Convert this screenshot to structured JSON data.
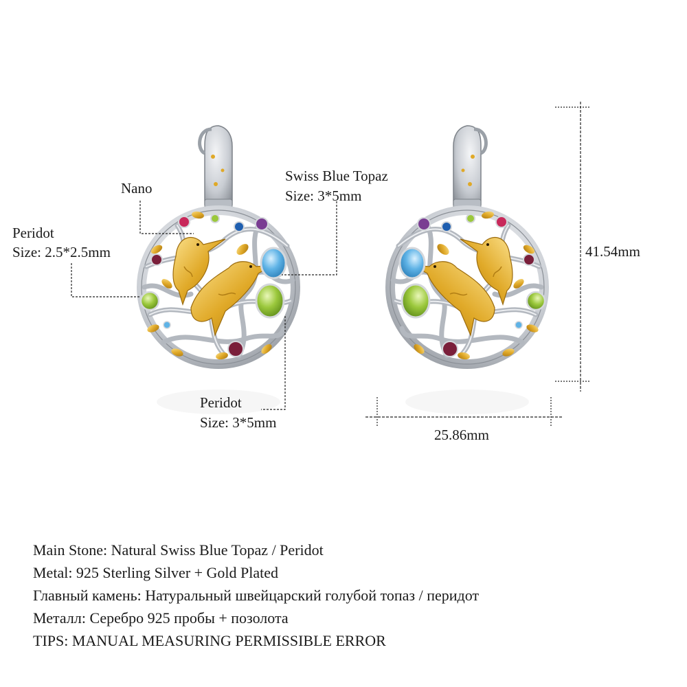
{
  "callouts": {
    "nano": "Nano",
    "peridot_left_name": "Peridot",
    "peridot_left_size": "Size: 2.5*2.5mm",
    "topaz_name": "Swiss Blue Topaz",
    "topaz_size": "Size: 3*5mm",
    "peridot_bottom_name": "Peridot",
    "peridot_bottom_size": "Size: 3*5mm"
  },
  "dimensions": {
    "height": "41.54mm",
    "width": "25.86mm"
  },
  "specs": {
    "main_stone": "Main Stone: Natural Swiss Blue Topaz / Peridot",
    "metal": "Metal: 925 Sterling Silver + Gold Plated",
    "main_stone_ru": "Главный камень: Натуральный швейцарский голубой топаз / перидот",
    "metal_ru": "Металл: Серебро 925 пробы + позолота",
    "tips": "TIPS: MANUAL MEASURING PERMISSIBLE ERROR"
  },
  "colors": {
    "silver": "#c9cdd3",
    "gold": "#e0a928",
    "swiss_blue_topaz": "#5fb3e6",
    "peridot": "#9bc83c",
    "garnet": "#7a1f3a",
    "amethyst": "#7a3d92",
    "rhodolite": "#c8285a",
    "sapphire": "#1f5fb0"
  }
}
